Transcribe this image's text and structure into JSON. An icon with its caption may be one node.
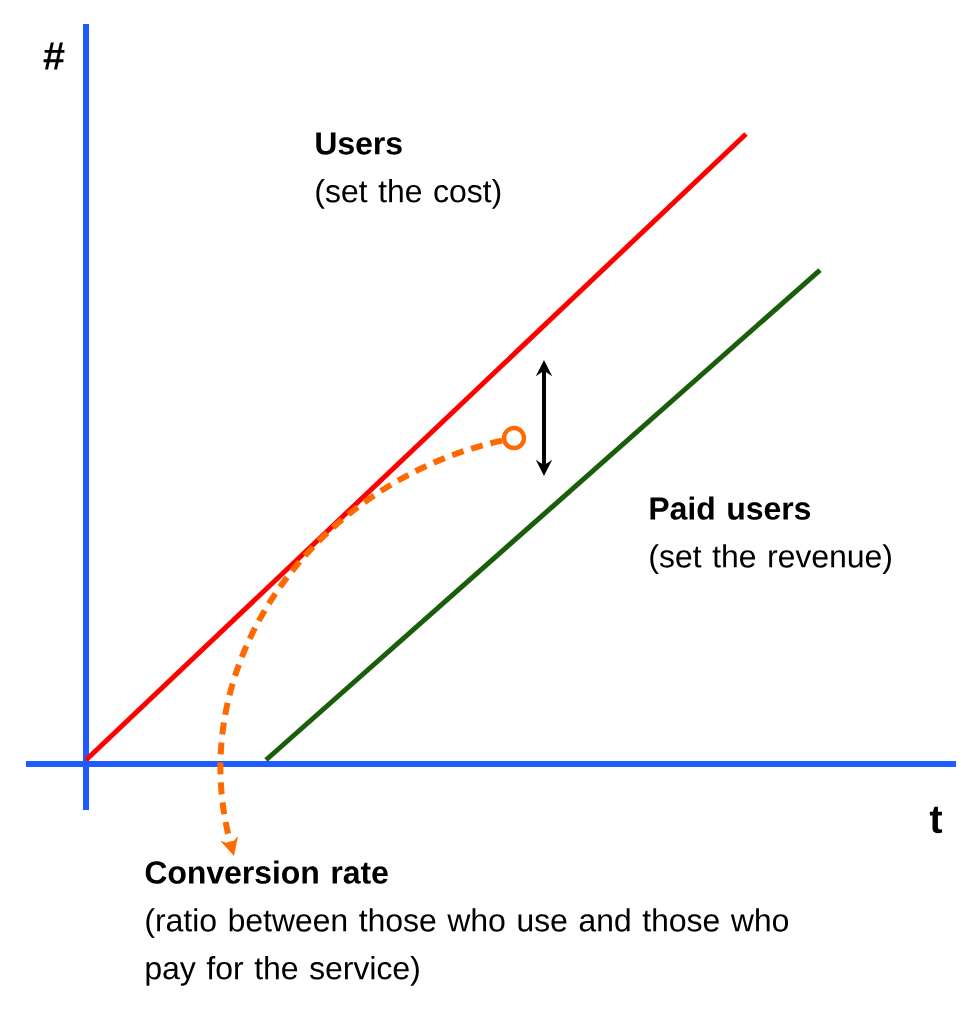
{
  "diagram": {
    "nodes": [
      {
        "text": [
          "Users",
          "(set the cost)"
        ]
      },
      {
        "text": [
          "Paid users",
          "(set the revenue)"
        ]
      },
      {
        "text": [
          "Conversion rate",
          "(ratio between those who use and those who pay for the service)"
        ]
      },
      {
        "text": [],
        "shape": "circle"
      }
    ],
    "edges": [
      {
        "from": 3,
        "to": 2,
        "arrow": "to",
        "style": "dashed",
        "color": "#ff6a00"
      }
    ],
    "labels": [
      "#",
      "t"
    ]
  }
}
